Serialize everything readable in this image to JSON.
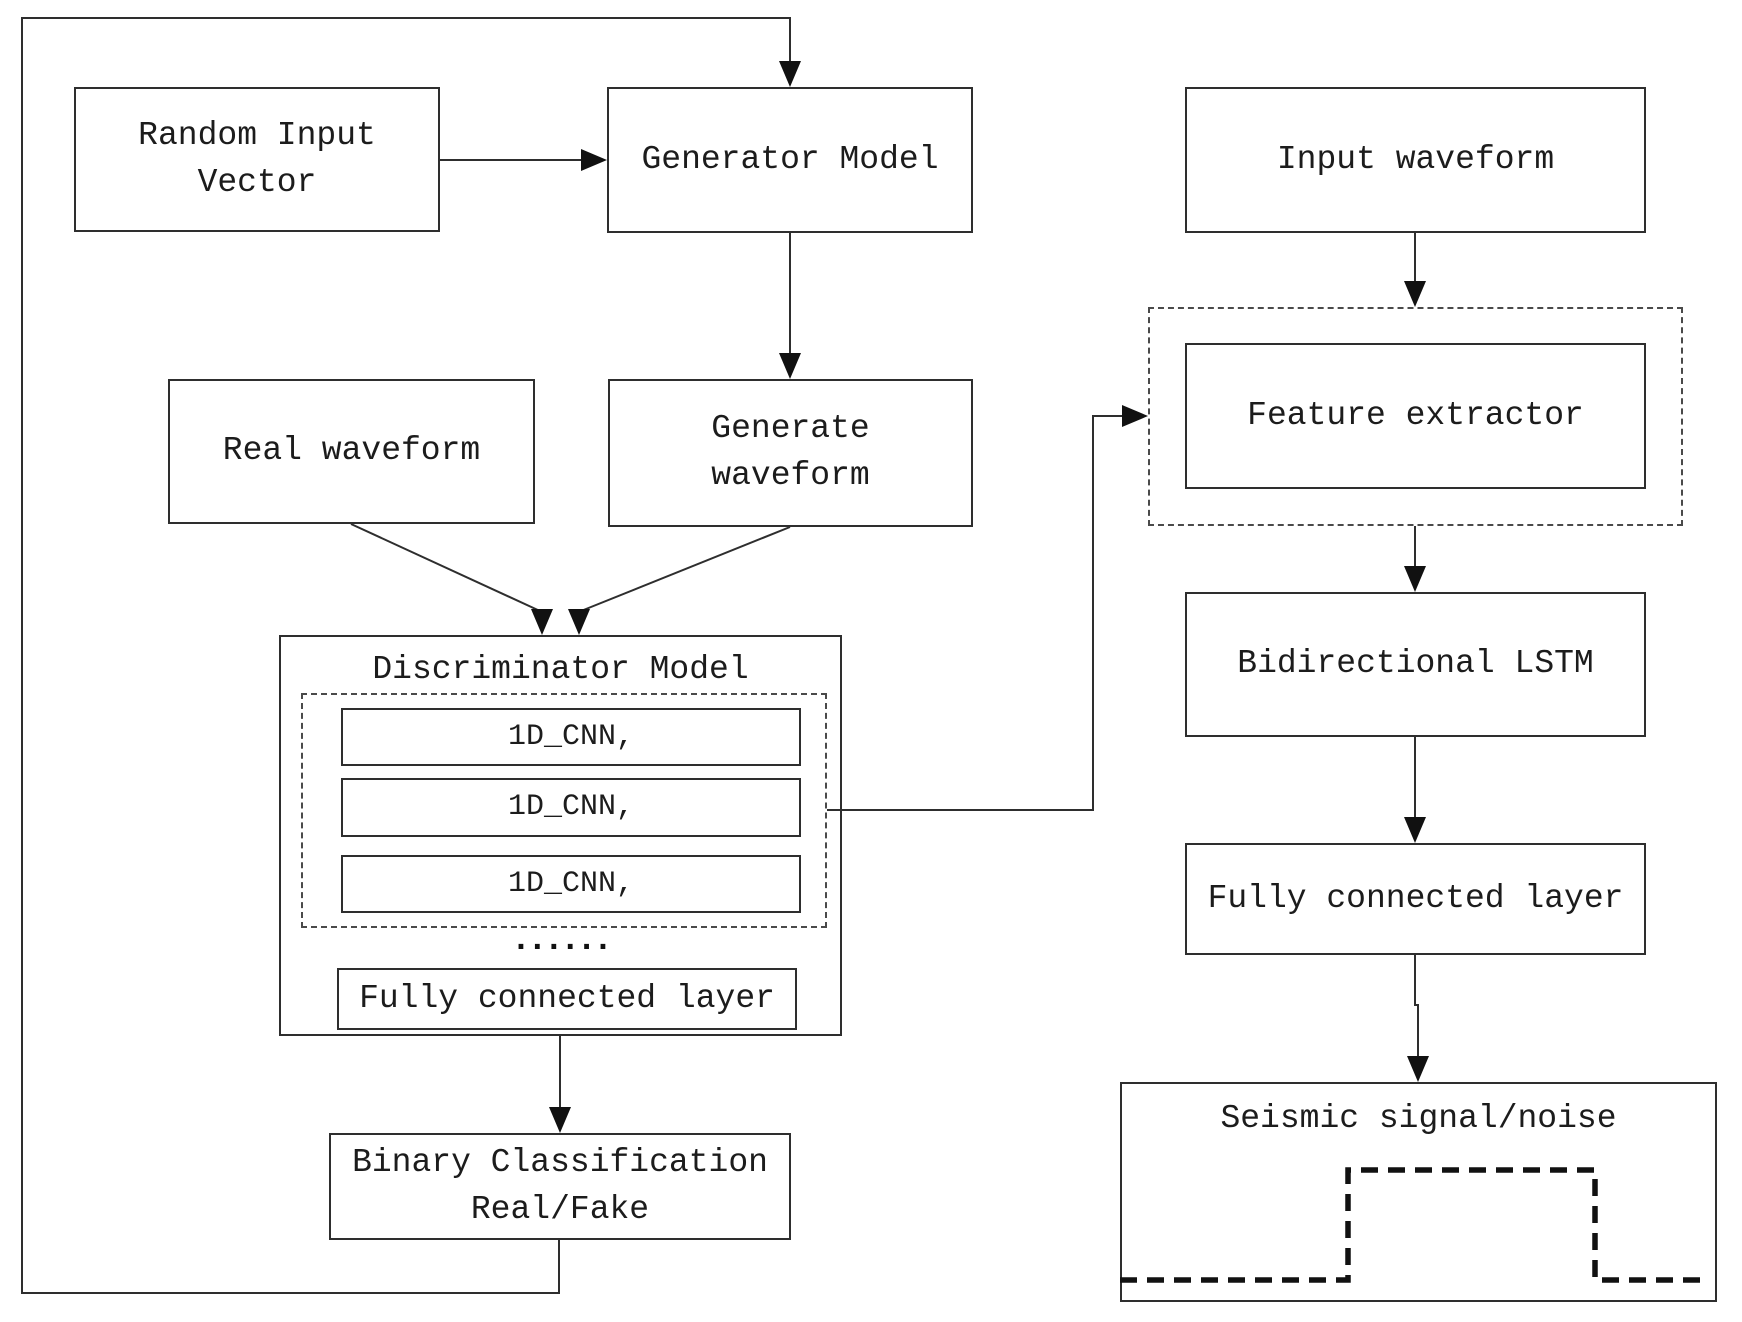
{
  "nodes": {
    "random_input": {
      "line1": "Random Input",
      "line2": "Vector"
    },
    "generator": {
      "label": "Generator Model"
    },
    "input_waveform": {
      "label": "Input waveform"
    },
    "real_waveform": {
      "label": "Real waveform"
    },
    "generate_waveform": {
      "line1": "Generate",
      "line2": "waveform"
    },
    "discriminator": {
      "title": "Discriminator Model",
      "cnn_layers": [
        "1D_CNN,",
        "1D_CNN,",
        "1D_CNN,"
      ],
      "ellipsis": "······",
      "fully_connected": "Fully connected layer"
    },
    "binary_classification": {
      "line1": "Binary Classification",
      "line2": "Real/Fake"
    },
    "feature_extractor": {
      "label": "Feature extractor"
    },
    "bidirectional_lstm": {
      "label": "Bidirectional LSTM"
    },
    "fully_connected_layer": {
      "label": "Fully connected layer"
    },
    "seismic_output": {
      "label": "Seismic signal/noise"
    }
  },
  "colors": {
    "line": "#2e2e2e",
    "text": "#1c1c1c",
    "background": "#ffffff"
  }
}
